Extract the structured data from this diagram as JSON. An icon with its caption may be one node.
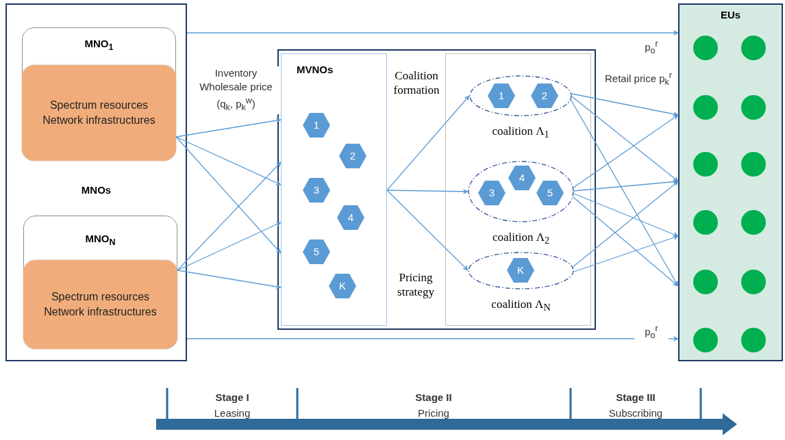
{
  "diagram": {
    "nodes": [
      {
        "text": [
          "MNOs"
        ]
      },
      {
        "text": [
          "MNO$_{1}$"
        ],
        "in": 0
      },
      {
        "text": [
          "Spectrum resources Network infrastructures"
        ],
        "in": 1
      },
      {
        "text": [
          "MNO$_{N}$"
        ],
        "in": 0
      },
      {
        "text": [
          "Spectrum resources Network infrastructures"
        ],
        "in": 3
      },
      {
        "text": [],
        "shape": "box"
      },
      {
        "text": [
          "MVNOs"
        ],
        "in": 5
      },
      {
        "text": [
          "1"
        ],
        "in": 6
      },
      {
        "text": [
          "2"
        ],
        "in": 6
      },
      {
        "text": [
          "3"
        ],
        "in": 6
      },
      {
        "text": [
          "4"
        ],
        "in": 6
      },
      {
        "text": [
          "5"
        ],
        "in": 6
      },
      {
        "text": [
          "K"
        ],
        "in": 6
      },
      {
        "text": [],
        "shape": "box",
        "in": 5
      },
      {
        "text": [],
        "shape": "ellipse",
        "in": 13,
        "beside": [
          "coalition Λ$_{1}$"
        ]
      },
      {
        "text": [
          "1"
        ],
        "in": 14
      },
      {
        "text": [
          "2"
        ],
        "in": 14
      },
      {
        "text": [],
        "shape": "ellipse",
        "in": 13,
        "beside": [
          "coalition Λ$_{2}$"
        ]
      },
      {
        "text": [
          "3"
        ],
        "in": 17
      },
      {
        "text": [
          "4"
        ],
        "in": 17
      },
      {
        "text": [
          "5"
        ],
        "in": 17
      },
      {
        "text": [],
        "shape": "ellipse",
        "in": 13,
        "beside": [
          "coalition Λ$_{N}$"
        ]
      },
      {
        "text": [
          "K"
        ],
        "in": 21
      },
      {
        "text": [
          "EUs"
        ]
      },
      {
        "text": [],
        "shape": "circle",
        "in": 23
      },
      {
        "text": [],
        "shape": "circle",
        "in": 23
      },
      {
        "text": [],
        "shape": "circle",
        "in": 23
      },
      {
        "text": [],
        "shape": "circle",
        "in": 23
      },
      {
        "text": [],
        "shape": "circle",
        "in": 23
      },
      {
        "text": [],
        "shape": "circle",
        "in": 23
      },
      {
        "text": [],
        "shape": "circle",
        "in": 23
      },
      {
        "text": [],
        "shape": "circle",
        "in": 23
      },
      {
        "text": [],
        "shape": "circle",
        "in": 23
      },
      {
        "text": [],
        "shape": "circle",
        "in": 23
      },
      {
        "text": [],
        "shape": "circle",
        "in": 23
      },
      {
        "text": [],
        "shape": "circle",
        "in": 23
      }
    ],
    "edges": [
      {
        "from": 0,
        "to": 23,
        "arrow": "to",
        "label": "p$_{o}$$^{r}$"
      },
      {
        "from": 2,
        "to": 6,
        "arrow": "to",
        "label": "Inventory Wholesale price (q$_{k}$, p$_{k}$$^{w}$)"
      },
      {
        "from": 2,
        "to": 6,
        "arrow": "to"
      },
      {
        "from": 2,
        "to": 6,
        "arrow": "to"
      },
      {
        "from": 4,
        "to": 6,
        "arrow": "to"
      },
      {
        "from": 4,
        "to": 6,
        "arrow": "to"
      },
      {
        "from": 4,
        "to": 6,
        "arrow": "to"
      },
      {
        "from": 6,
        "to": 14,
        "arrow": "to",
        "label": "Coalition formation"
      },
      {
        "from": 6,
        "to": 17,
        "arrow": "to"
      },
      {
        "from": 6,
        "to": 21,
        "arrow": "to",
        "label": "Pricing strategy"
      },
      {
        "from": 14,
        "to": 23,
        "arrow": "to",
        "label": "Retail price p$_{k}$$^{r}$"
      },
      {
        "from": 14,
        "to": 23,
        "arrow": "to"
      },
      {
        "from": 14,
        "to": 23,
        "arrow": "to"
      },
      {
        "from": 17,
        "to": 23,
        "arrow": "to"
      },
      {
        "from": 17,
        "to": 23,
        "arrow": "to"
      },
      {
        "from": 17,
        "to": 23,
        "arrow": "to"
      },
      {
        "from": 17,
        "to": 23,
        "arrow": "to"
      },
      {
        "from": 21,
        "to": 23,
        "arrow": "to"
      },
      {
        "from": 21,
        "to": 23,
        "arrow": "to"
      },
      {
        "from": 0,
        "to": 23,
        "arrow": "to",
        "label": "p$_{o}$$^{r}$"
      }
    ],
    "labels": [
      "Stage I",
      "Leasing",
      "Stage II",
      "Pricing",
      "Stage III",
      "Subscribing"
    ]
  }
}
